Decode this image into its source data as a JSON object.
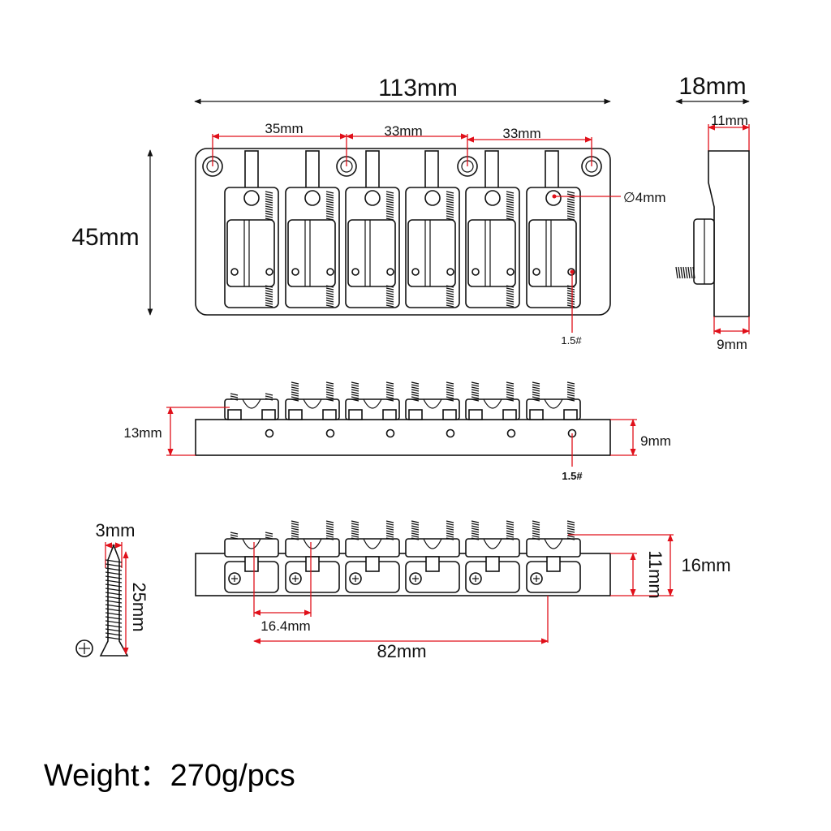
{
  "top_view": {
    "width_label": "113mm",
    "height_label": "45mm",
    "spacing_1": "35mm",
    "spacing_2": "33mm",
    "spacing_3": "33mm",
    "hole_diameter_label": "∅4mm",
    "screw_size_label": "1.5#"
  },
  "side_view": {
    "depth_label": "18mm",
    "top_label": "11mm",
    "bottom_label": "9mm"
  },
  "front_view": {
    "total_height_label": "13mm",
    "base_height_label": "9mm",
    "screw_size_label": "1.5#"
  },
  "rear_view": {
    "saddle_height_label": "11mm",
    "total_height_label": "16mm",
    "string_spacing_label": "16.4mm",
    "span_label": "82mm"
  },
  "screw": {
    "head_label": "3mm",
    "length_label": "25mm"
  },
  "weight_text": "Weight：270g/pcs",
  "colors": {
    "line": "#111111",
    "dimension_red": "#e0101a",
    "background": "#ffffff"
  }
}
